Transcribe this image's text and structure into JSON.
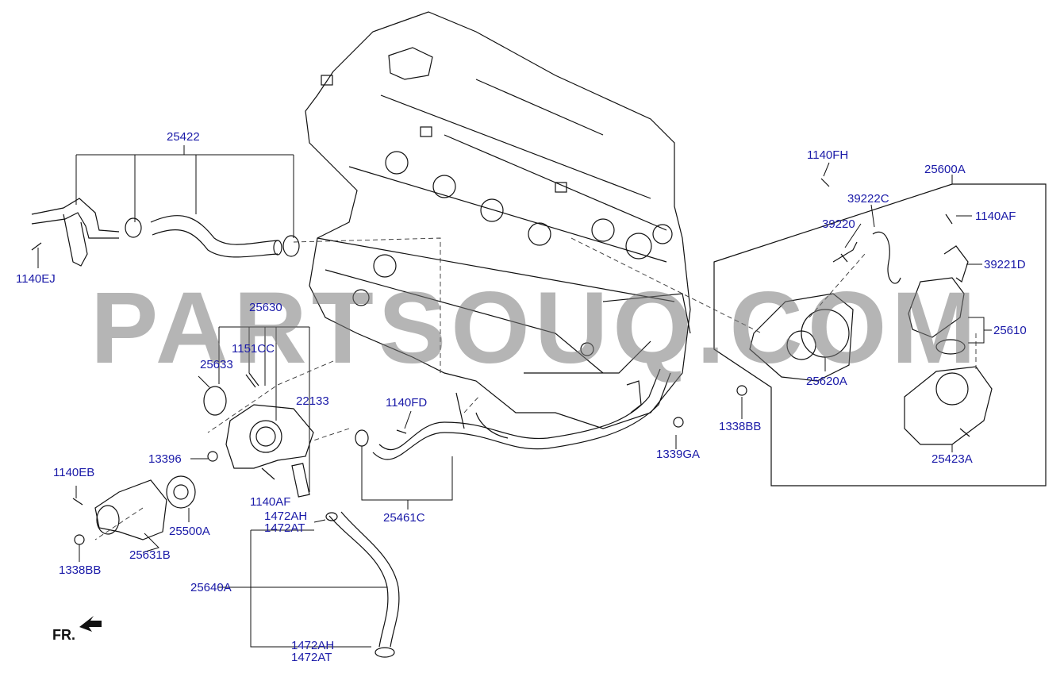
{
  "watermark": "PARTSOUQ.COM",
  "front_marker": "FR.",
  "colors": {
    "part_label": "#1a1aa8",
    "line": "#111111",
    "watermark": "#787878"
  },
  "labels": {
    "p25422": "25422",
    "p1140EJ": "1140EJ",
    "p25630": "25630",
    "p1151CC": "1151CC",
    "p25633": "25633",
    "p22133": "22133",
    "p13396": "13396",
    "p1140EB": "1140EB",
    "p25500A": "25500A",
    "p1140AF_left": "1140AF",
    "p1338BB_left": "1338BB",
    "p25631B": "25631B",
    "p1472AH_top": "1472AH",
    "p1472AT_top": "1472AT",
    "p25640A": "25640A",
    "p1472AH_bot": "1472AH",
    "p1472AT_bot": "1472AT",
    "p1140FD": "1140FD",
    "p25461C": "25461C",
    "p1339GA": "1339GA",
    "p1140FH": "1140FH",
    "p25600A": "25600A",
    "p39222C": "39222C",
    "p39220": "39220",
    "p1140AF_right": "1140AF",
    "p39221D": "39221D",
    "p25610": "25610",
    "p25620A": "25620A",
    "p1338BB_right": "1338BB",
    "p25423A": "25423A"
  }
}
